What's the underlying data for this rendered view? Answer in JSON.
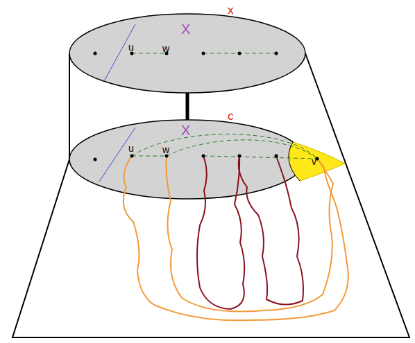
{
  "diagram": {
    "nodes": [
      {
        "text": [
          "x",
          "X",
          "u",
          "w"
        ]
      },
      {
        "text": [
          "c",
          "X",
          "u",
          "w",
          "v"
        ]
      }
    ],
    "edges": [
      {
        "from": 0,
        "to": 1,
        "arrow": "none"
      }
    ]
  }
}
